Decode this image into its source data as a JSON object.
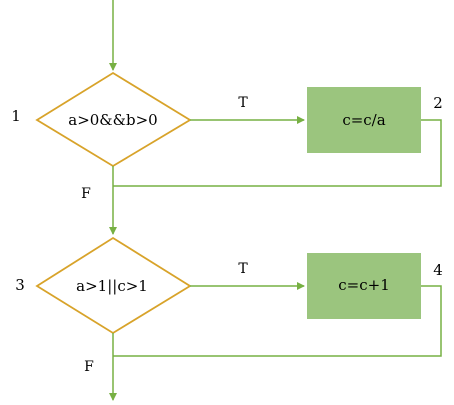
{
  "colors": {
    "arrow": "#77b043",
    "decision_stroke": "#d8a32a",
    "process_fill": "#9bc57e",
    "text": "#000000"
  },
  "decisions": [
    {
      "number": "1",
      "condition": "a>0&&b>0",
      "true_label": "T",
      "false_label": "F"
    },
    {
      "number": "3",
      "condition": "a>1||c>1",
      "true_label": "T",
      "false_label": "F"
    }
  ],
  "processes": [
    {
      "number": "2",
      "statement": "c=c/a"
    },
    {
      "number": "4",
      "statement": "c=c+1"
    }
  ]
}
